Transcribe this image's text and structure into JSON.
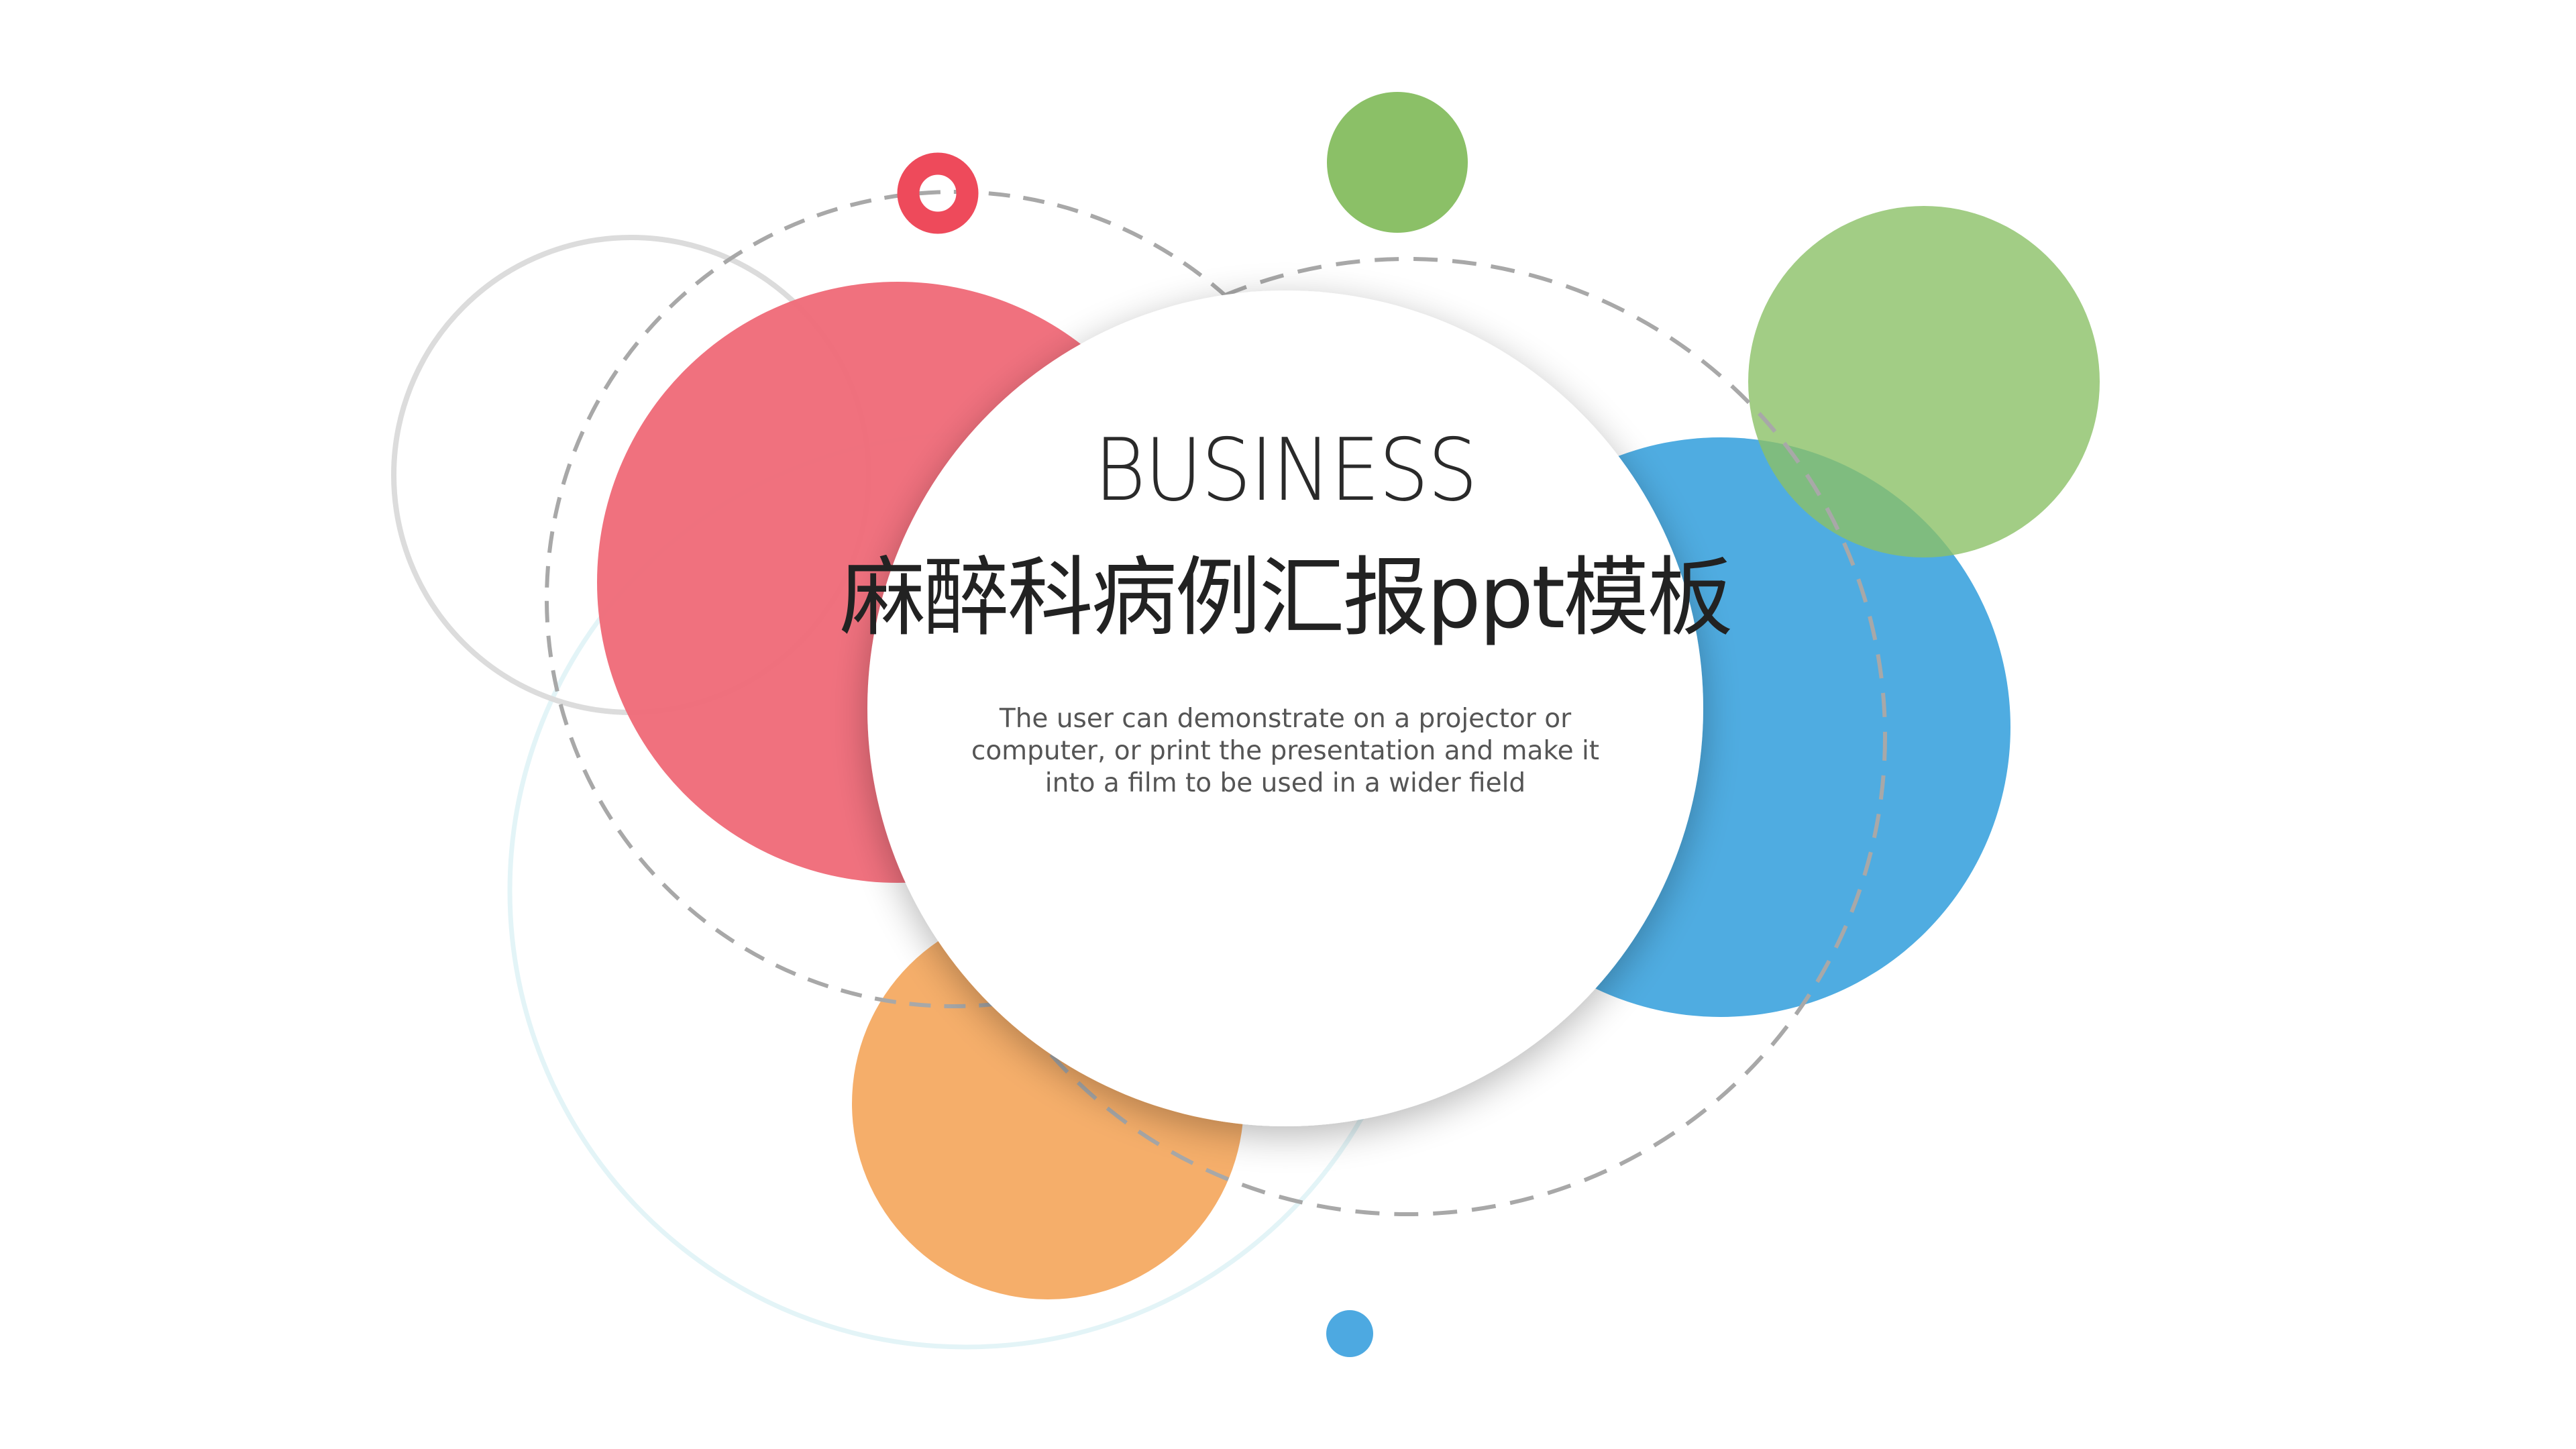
{
  "slide": {
    "title_en": "BUSINESS",
    "title_cn": "麻醉科病例汇报ppt模板",
    "subtitle_lines": [
      "The user can demonstrate on a projector or",
      "computer, or print the presentation and make it",
      "into a film to be used in a wider field"
    ]
  },
  "colors": {
    "red": "#EF6B79",
    "red_ring": "#EE4A5B",
    "blue": "#4FACE1",
    "green_small": "#8BC067",
    "green_large": "#A3CD86",
    "orange": "#F5AE6A",
    "gray_ring": "#DCDCDC",
    "cyan_ring": "#E3F4F7",
    "dashed": "#A8A8A8",
    "text_dark": "#222222",
    "text_body": "#555555"
  }
}
